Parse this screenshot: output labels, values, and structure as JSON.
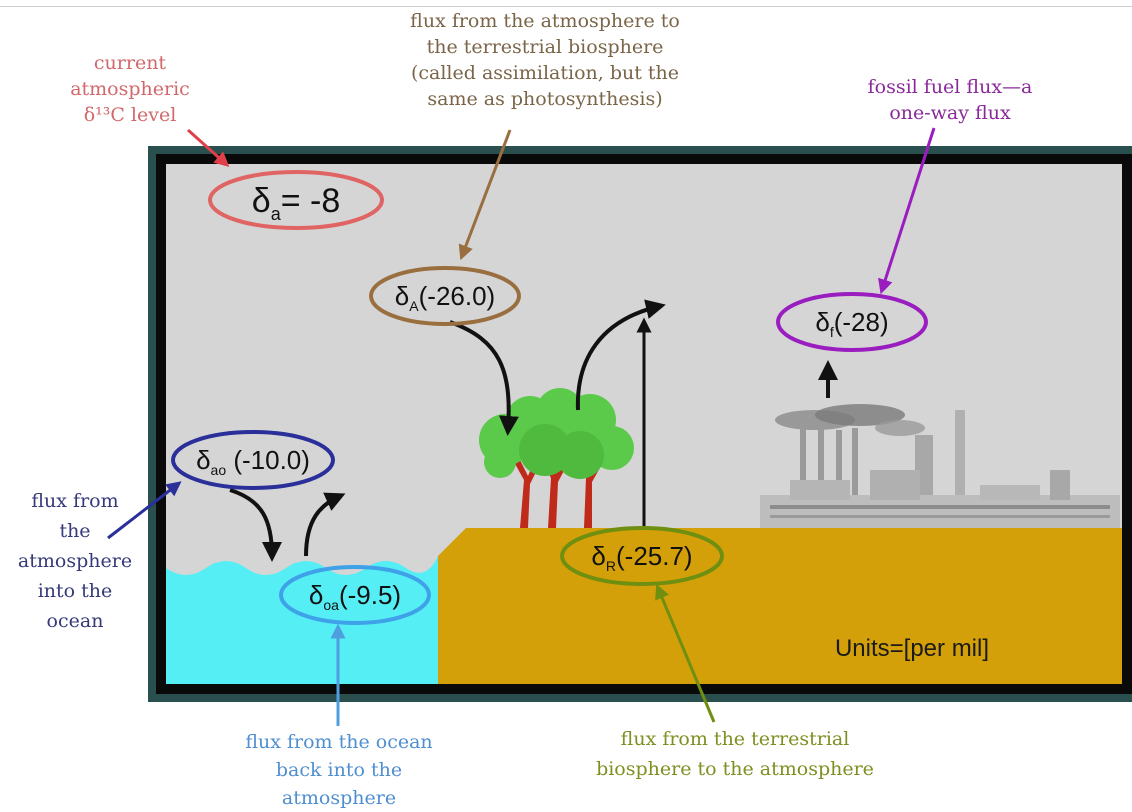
{
  "labels": {
    "atm_level": {
      "lines": [
        "current",
        "atmospheric",
        "δ¹³C level"
      ],
      "color": "#d2686b"
    },
    "assimilation": {
      "lines": [
        "flux from the atmosphere to",
        "the terrestrial biosphere",
        "(called assimilation, but the",
        "same as photosynthesis)"
      ],
      "color": "#7a6548"
    },
    "fossil": {
      "lines": [
        "fossil fuel flux—a",
        "one-way flux"
      ],
      "color": "#8a2a9a"
    },
    "atm_to_ocean": {
      "lines": [
        "flux from",
        "the",
        "atmosphere",
        "into the",
        "ocean"
      ],
      "color": "#363a7a"
    },
    "ocean_to_atm": {
      "lines": [
        "flux from the ocean",
        "back into the",
        "atmosphere"
      ],
      "color": "#4f8fd0"
    },
    "bio_to_atm": {
      "lines": [
        "flux from the terrestrial",
        "biosphere to the atmosphere"
      ],
      "color": "#7f8f22"
    }
  },
  "deltas": {
    "atmosphere": {
      "sub": "a",
      "value": "= -8",
      "color": "#e06464"
    },
    "assimilation": {
      "sub": "A",
      "value": "(-26.0)",
      "color": "#9a6f3f"
    },
    "fossil": {
      "sub": "f",
      "value": "(-28)",
      "color": "#9a1ebf"
    },
    "atm_ocean": {
      "sub": "ao",
      "value": " (-10.0)",
      "color": "#2b2f9a"
    },
    "ocean_atm": {
      "sub": "oa",
      "value": "(-9.5)",
      "color": "#3fa2e8"
    },
    "respiration": {
      "sub": "R",
      "value": "(-25.7)",
      "color": "#6f8f10"
    }
  },
  "units": "Units=[per mil]",
  "colors": {
    "frame": "#2a4f4f",
    "sky": "#d5d5d5",
    "ocean": "#55eef5",
    "land": "#d4a00a",
    "tree_canopy": "#5bc94a",
    "tree_trunk": "#c02a1a"
  }
}
